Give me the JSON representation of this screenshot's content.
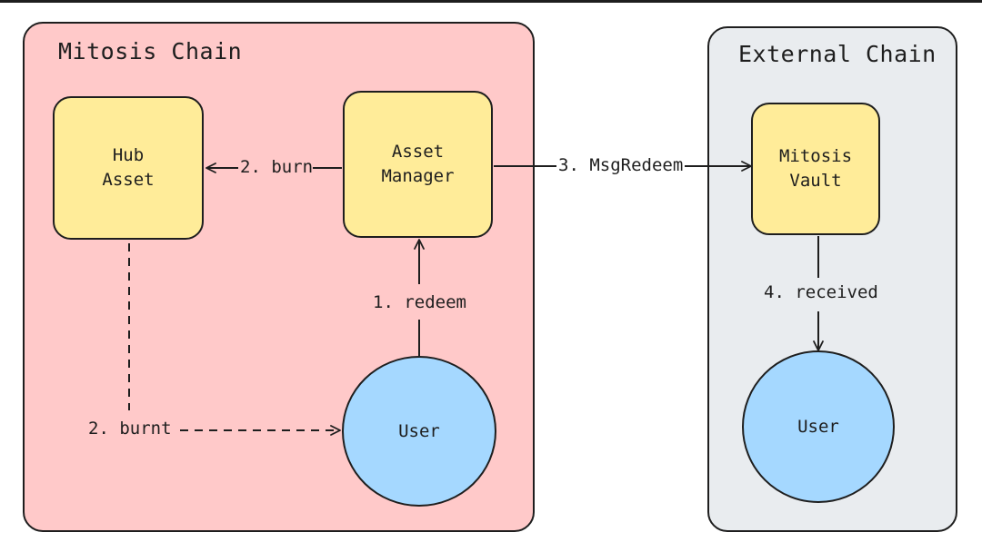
{
  "regions": {
    "mitosis": {
      "title": "Mitosis Chain",
      "color": "#ffc9c9"
    },
    "external": {
      "title": "External Chain",
      "color": "#e9ecef"
    }
  },
  "nodes": {
    "hub_asset": {
      "line1": "Hub",
      "line2": "Asset"
    },
    "asset_manager": {
      "line1": "Asset",
      "line2": "Manager"
    },
    "mitosis_vault": {
      "line1": "Mitosis",
      "line2": "Vault"
    },
    "user_left": {
      "label": "User"
    },
    "user_right": {
      "label": "User"
    }
  },
  "edges": {
    "burn": "2. burn",
    "msg_redeem": "3. MsgRedeem",
    "redeem": "1. redeem",
    "received": "4. received",
    "burnt": "2. burnt"
  },
  "colors": {
    "box_fill": "#ffec99",
    "circle_fill": "#a5d8ff",
    "stroke": "#1e1e1e"
  }
}
